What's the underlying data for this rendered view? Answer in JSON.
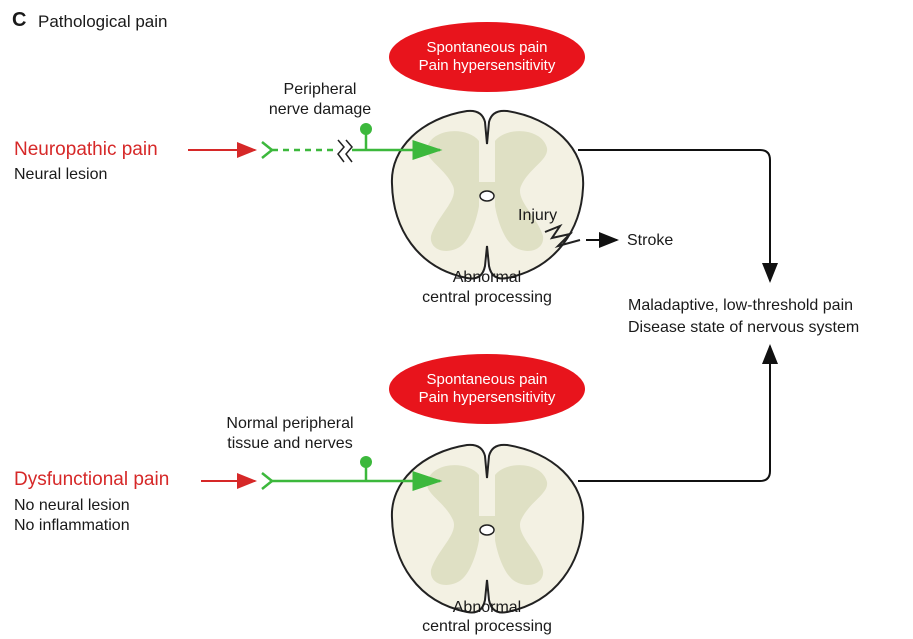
{
  "panel": {
    "letter": "C",
    "title": "Pathological pain"
  },
  "top": {
    "bubble": [
      "Spontaneous pain",
      "Pain hypersensitivity"
    ],
    "pain_label": "Neuropathic pain",
    "cause": "Neural lesion",
    "peripheral": [
      "Peripheral",
      "nerve damage"
    ],
    "injury": "Injury",
    "stroke": "Stroke",
    "central": [
      "Abnormal",
      "central processing"
    ]
  },
  "bottom": {
    "bubble": [
      "Spontaneous pain",
      "Pain hypersensitivity"
    ],
    "pain_label": "Dysfunctional pain",
    "causes": [
      "No neural lesion",
      "No inflammation"
    ],
    "peripheral": [
      "Normal peripheral",
      "tissue and nerves"
    ],
    "central": [
      "Abnormal",
      "central processing"
    ]
  },
  "outcome": [
    "Maladaptive, low-threshold pain",
    "Disease state of nervous system"
  ],
  "colors": {
    "red": "#d62828",
    "bubble": "#e8141c",
    "green": "#3cb83c",
    "cord": "#f3f1e3",
    "grey_matter": "#dfe0c4"
  }
}
